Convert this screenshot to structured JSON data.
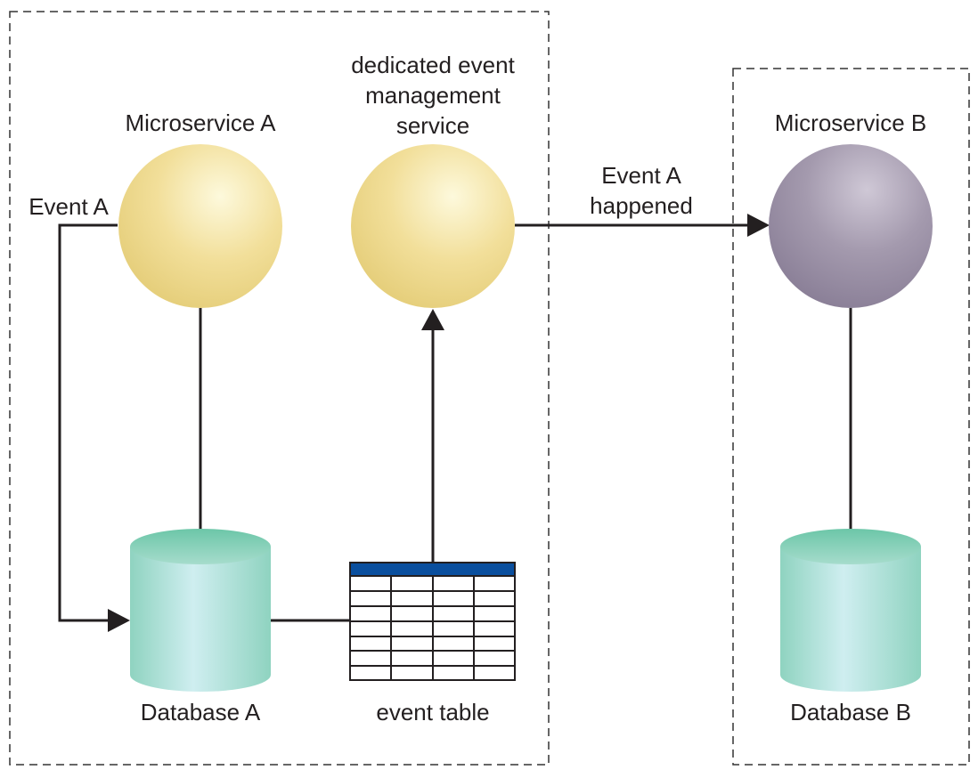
{
  "labels": {
    "microservice_a": "Microservice A",
    "dedicated_service_line1": "dedicated event",
    "dedicated_service_line2": "management",
    "dedicated_service_line3": "service",
    "microservice_b": "Microservice B",
    "event_a": "Event A",
    "event_happened_line1": "Event A",
    "event_happened_line2": "happened",
    "database_a": "Database A",
    "event_table": "event table",
    "database_b": "Database B"
  },
  "colors": {
    "service_yellow": "#f2df9a",
    "service_purple": "#9b91a8",
    "database_teal": "#a6dccc",
    "table_header": "#0a4f9e",
    "line": "#231f20"
  }
}
